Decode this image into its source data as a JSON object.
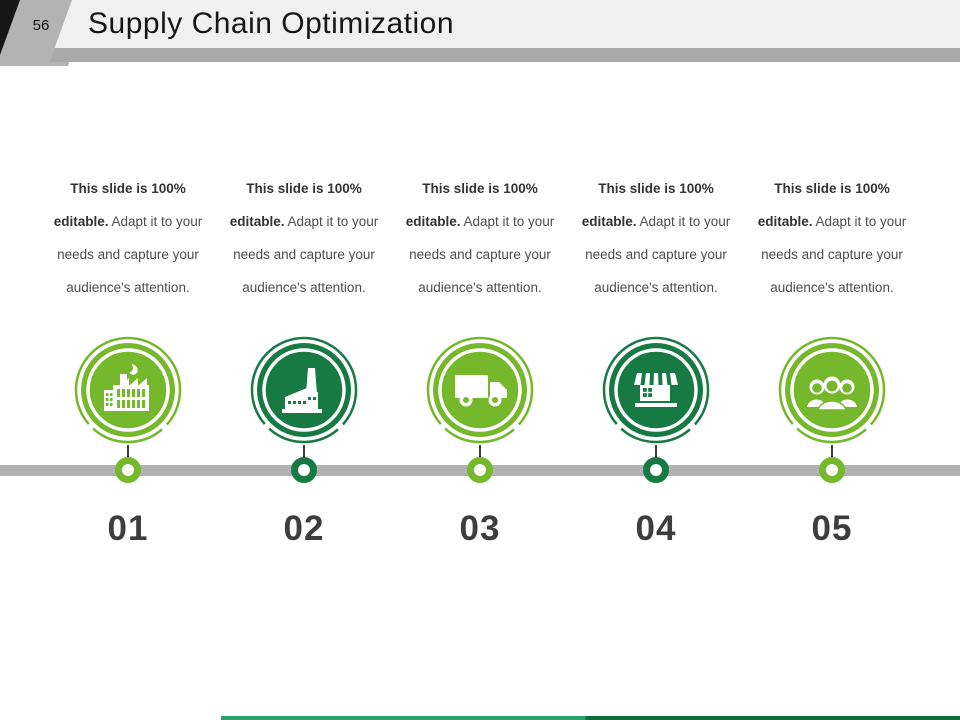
{
  "slide": {
    "number": "56",
    "title": "Supply Chain Optimization"
  },
  "columns": [
    {
      "number": "01",
      "icon": "factory-windows-icon",
      "theme": "light",
      "text_bold": "This slide is 100% editable.",
      "text_rest": "Adapt it to your needs and capture your audience's attention."
    },
    {
      "number": "02",
      "icon": "factory-chimney-icon",
      "theme": "dark",
      "text_bold": "This slide is 100% editable.",
      "text_rest": "Adapt it to your needs and capture your audience's attention."
    },
    {
      "number": "03",
      "icon": "delivery-truck-icon",
      "theme": "light",
      "text_bold": "This slide is 100% editable.",
      "text_rest": "Adapt it to your needs and capture your audience's attention."
    },
    {
      "number": "04",
      "icon": "storefront-icon",
      "theme": "dark",
      "text_bold": "This slide is 100% editable.",
      "text_rest": "Adapt it to your needs and capture your audience's attention."
    },
    {
      "number": "05",
      "icon": "team-icon",
      "theme": "light",
      "text_bold": "This slide is 100% editable.",
      "text_rest": "Adapt it to your needs and capture your audience's attention."
    }
  ],
  "colors": {
    "light_green": "#76b82c",
    "dark_green": "#177a44",
    "timeline_gray": "#b1b1b1",
    "header_band": "#f0f0f0",
    "header_shadow": "#a9a9a9",
    "tab_gray": "#b3b3b3",
    "title_color": "#161616",
    "number_color": "#3d3d3d",
    "footer_teal": "#2ba26a",
    "footer_dark": "#0c6e3a"
  }
}
